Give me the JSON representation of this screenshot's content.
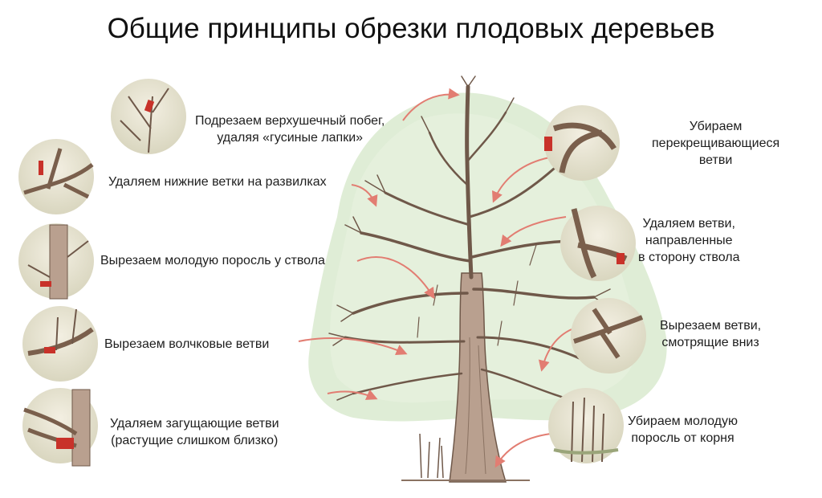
{
  "title": "Общие принципы обрезки плодовых деревьев",
  "tips": [
    {
      "id": "top-shoot",
      "lines": [
        "Подрезаем верхушечный побег,",
        "удаляя «гусиные лапки»"
      ]
    },
    {
      "id": "lower-fork",
      "lines": [
        "Удаляем нижние ветки на развилках"
      ]
    },
    {
      "id": "trunk-growth",
      "lines": [
        "Вырезаем молодую поросль у ствола"
      ]
    },
    {
      "id": "water-sprouts",
      "lines": [
        "Вырезаем волчковые ветви"
      ]
    },
    {
      "id": "dense-branches",
      "lines": [
        "Удаляем загущающие ветви",
        "(растущие слишком близко)"
      ]
    },
    {
      "id": "crossing",
      "lines": [
        "Убираем",
        "перекрещивающиеся",
        "ветви"
      ]
    },
    {
      "id": "inward",
      "lines": [
        "Удаляем ветви,",
        "направленные",
        "в сторону ствола"
      ]
    },
    {
      "id": "downward",
      "lines": [
        "Вырезаем ветви,",
        "смотрящие вниз"
      ]
    },
    {
      "id": "root-suckers",
      "lines": [
        "Убираем молодую",
        "поросль от корня"
      ]
    }
  ],
  "colors": {
    "foliage": "#dcebd2",
    "bark": "#b9a08f",
    "bark_dark": "#6f5849",
    "arrow": "#e27d72",
    "cut_marker": "#c8322a"
  }
}
